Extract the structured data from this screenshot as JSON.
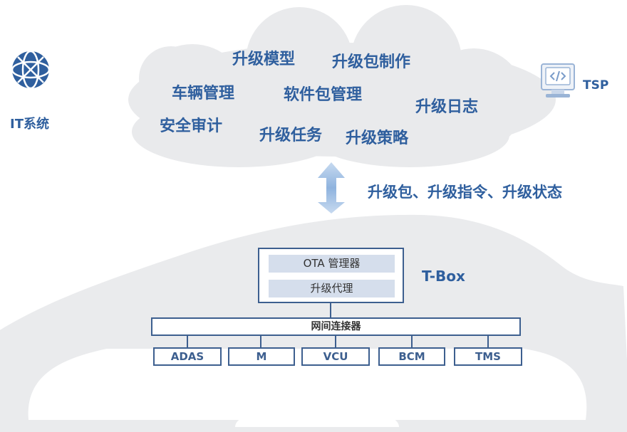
{
  "it_label": "IT系统",
  "tsp_label": "TSP",
  "cloud_items": [
    "升级模型",
    "升级包制作",
    "车辆管理",
    "软件包管理",
    "升级日志",
    "安全审计",
    "升级任务",
    "升级策略"
  ],
  "flow_label": "升级包、升级指令、升级状态",
  "tbox": {
    "rows": [
      "OTA 管理器",
      "升级代理"
    ],
    "label": "T-Box"
  },
  "bus_label": "网间连接器",
  "ecus": [
    "ADAS",
    "M",
    "VCU",
    "BCM",
    "TMS"
  ],
  "colors": {
    "accent": "#2f5f9e",
    "cloud_fill": "#e9eaec",
    "box_border": "#3d5f8f",
    "row_fill": "#d5deec",
    "arrow": "#aac6e8"
  },
  "icons": [
    "globe-icon",
    "code-monitor-icon",
    "double-arrow-icon"
  ]
}
